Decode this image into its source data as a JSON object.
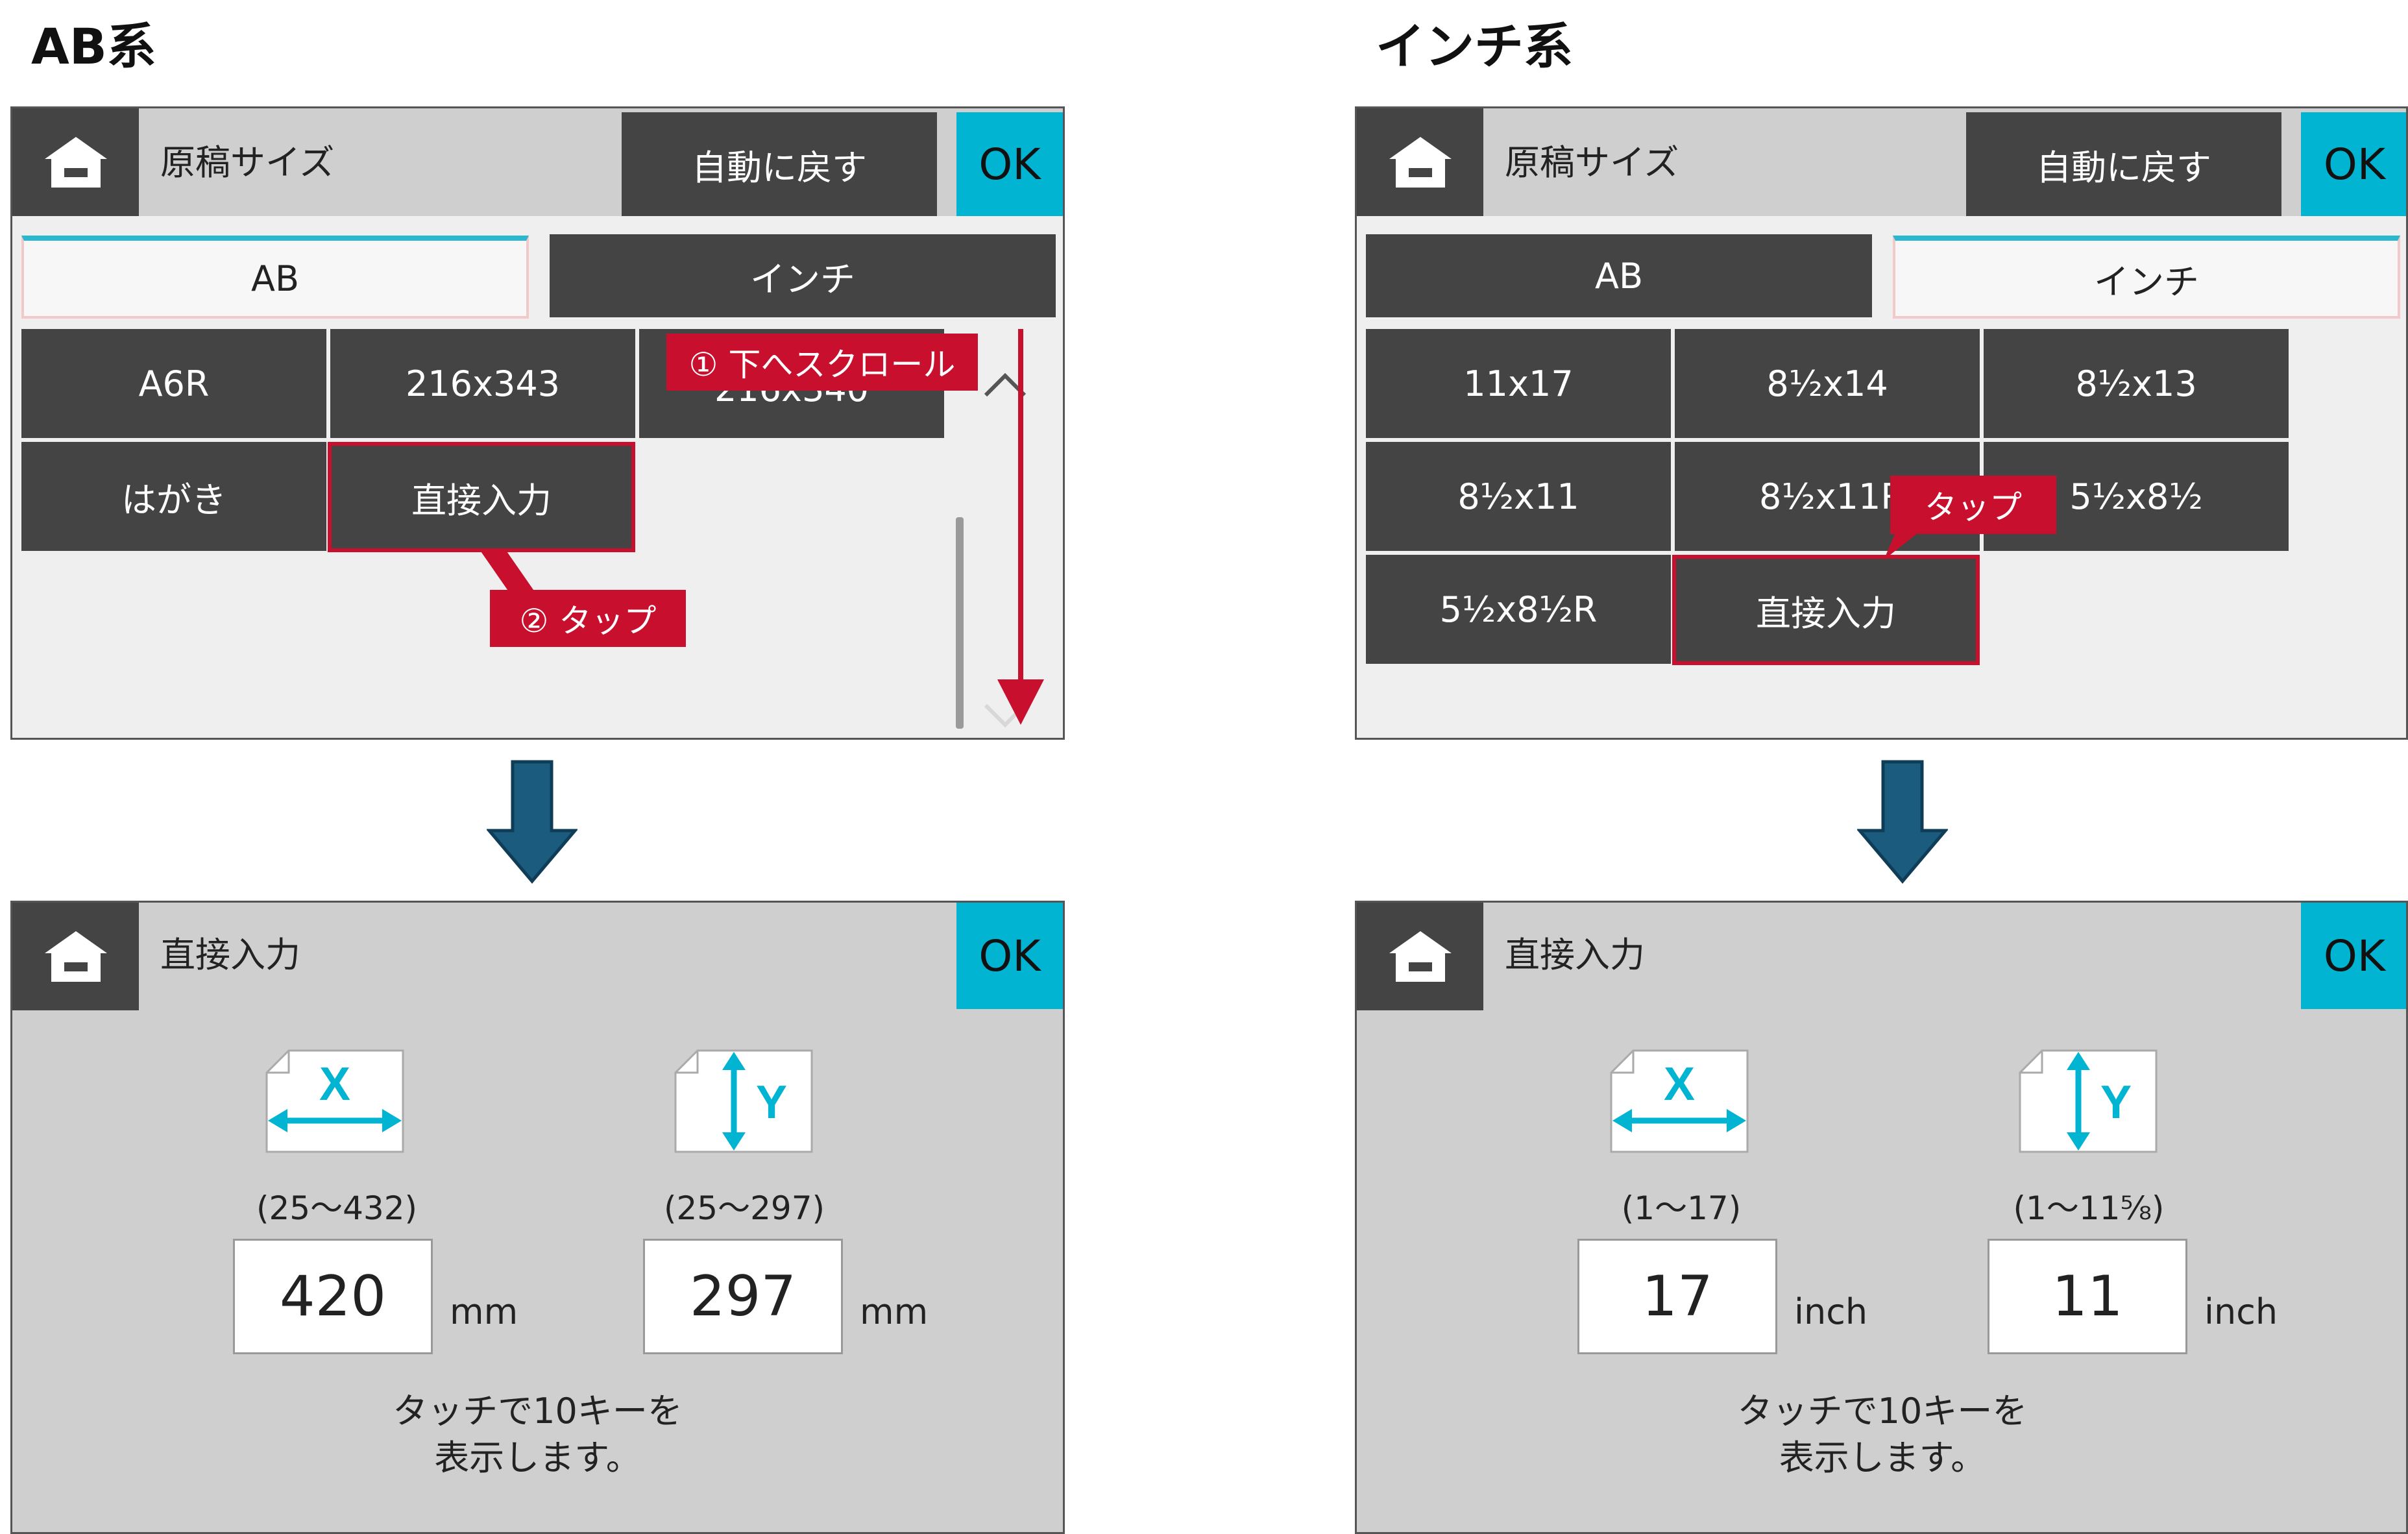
{
  "left": {
    "heading": "AB系",
    "top_screen": {
      "title": "原稿サイズ",
      "auto_button": "自動に戻す",
      "ok_button": "OK",
      "tabs": [
        {
          "label": "AB",
          "selected": true
        },
        {
          "label": "インチ",
          "selected": false
        }
      ],
      "sizes": [
        "A6R",
        "216x343",
        "216x340",
        "はがき",
        "直接入力"
      ],
      "callout_scroll": "① 下へスクロール",
      "callout_tap": "② タップ"
    },
    "bottom_screen": {
      "title": "直接入力",
      "ok_button": "OK",
      "x_icon_label": "X",
      "y_icon_label": "Y",
      "x_range": "(25〜432)",
      "y_range": "(25〜297)",
      "x_value": "420",
      "y_value": "297",
      "x_unit": "mm",
      "y_unit": "mm",
      "message_line1": "タッチで10キーを",
      "message_line2": "表示します。"
    }
  },
  "right": {
    "heading": "インチ系",
    "top_screen": {
      "title": "原稿サイズ",
      "auto_button": "自動に戻す",
      "ok_button": "OK",
      "tabs": [
        {
          "label": "AB",
          "selected": false
        },
        {
          "label": "インチ",
          "selected": true
        }
      ],
      "sizes": [
        "11x17",
        "8½x14",
        "8½x13",
        "8½x11",
        "8½x11R",
        "5½x8½",
        "5½x8½R",
        "直接入力"
      ],
      "callout_tap": "タップ"
    },
    "bottom_screen": {
      "title": "直接入力",
      "ok_button": "OK",
      "x_icon_label": "X",
      "y_icon_label": "Y",
      "x_range": "(1〜17)",
      "y_range": "(1〜11⅝)",
      "x_value": "17",
      "y_value": "11",
      "x_unit": "inch",
      "y_unit": "inch",
      "message_line1": "タッチで10キーを",
      "message_line2": "表示します。"
    }
  },
  "colors": {
    "accent": "#00b4d2",
    "dark_button": "#444444",
    "highlight_red": "#c8102e",
    "transition_arrow": "#1a5b7e"
  }
}
